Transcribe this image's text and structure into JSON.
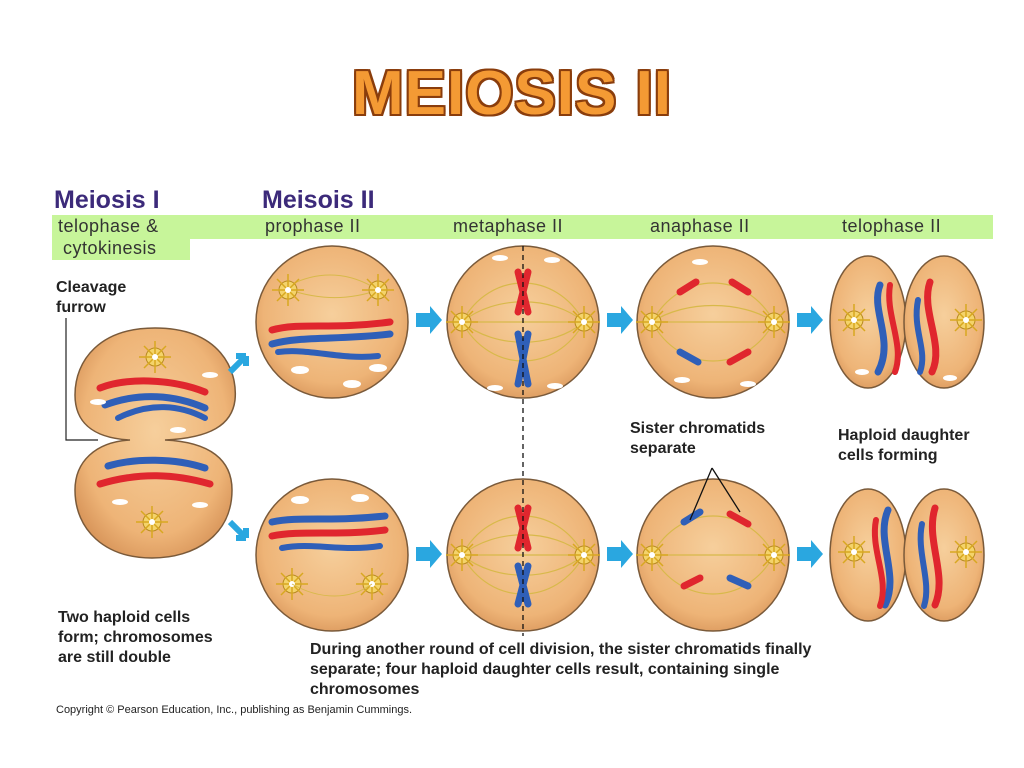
{
  "title": "MEIOSIS II",
  "section_left": "Meiosis I",
  "section_right": "Meisois II",
  "phases": {
    "left_line1": "telophase &",
    "left_line2": "cytokinesis",
    "prophase": "prophase II",
    "metaphase": "metaphase II",
    "anaphase": "anaphase II",
    "telophase": "telophase II"
  },
  "labels": {
    "cleavage_1": "Cleavage",
    "cleavage_2": "furrow",
    "sister_1": "Sister chromatids",
    "sister_2": "separate",
    "haploid_1": "Haploid daughter",
    "haploid_2": "cells forming",
    "two_1": "Two haploid cells",
    "two_2": "form; chromosomes",
    "two_3": "are still double",
    "during_1": "During another round of cell division, the sister chromatids finally",
    "during_2": "separate; four haploid daughter cells result, containing single",
    "during_3": "chromosomes"
  },
  "copyright": "Copyright © Pearson Education, Inc., publishing as Benjamin Cummings.",
  "colors": {
    "title_fill": "#f49a34",
    "title_outline": "#8a3d0c",
    "section_text": "#3c2a7a",
    "phase_bar": "#c7f59a",
    "cell_fill": "#f0b87c",
    "cell_outline": "#7a5a3a",
    "chromosome_red": "#e0262e",
    "chromosome_blue": "#2f5fb8",
    "arrow": "#2aa7e0",
    "spindle": "#d8b94a"
  }
}
